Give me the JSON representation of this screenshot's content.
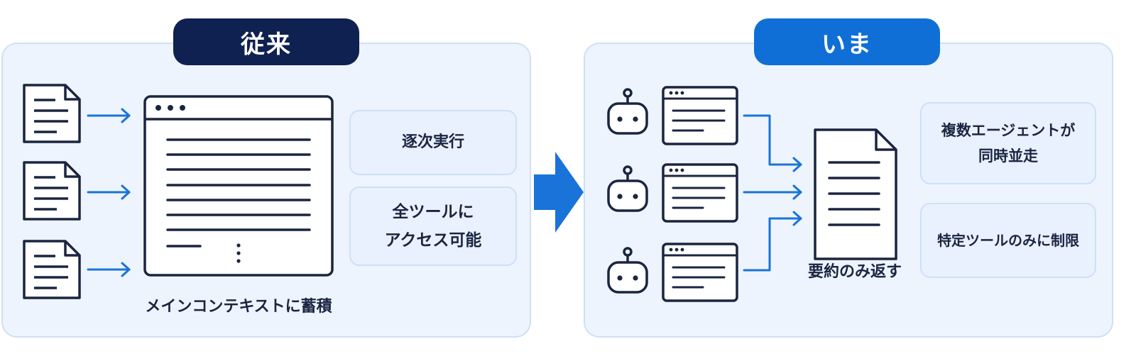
{
  "left": {
    "title": "従来",
    "main_caption": "メインコンテキストに蓄積",
    "tags": [
      "逐次実行",
      "全ツールに\nアクセス可能"
    ]
  },
  "right": {
    "title": "いま",
    "summary_caption": "要約のみ返す",
    "tags": [
      "複数エージェントが\n同時並走",
      "特定ツールのみに制限"
    ]
  },
  "colors": {
    "navy": "#0f2150",
    "blue": "#0f6fd6",
    "arrow": "#1a73d8",
    "line": "#1b2540"
  }
}
